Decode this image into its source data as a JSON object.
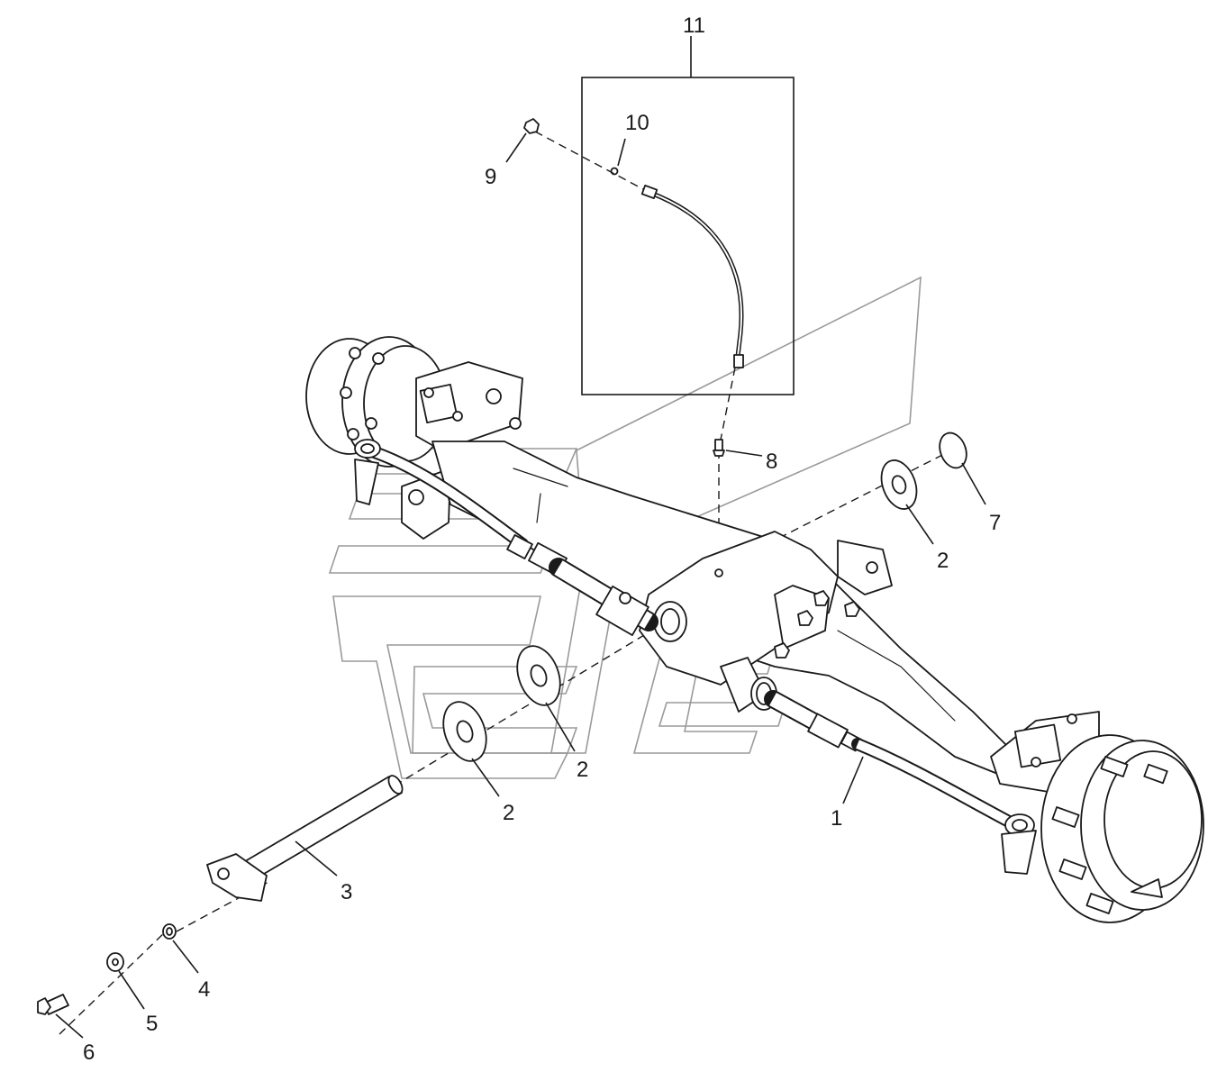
{
  "diagram": {
    "callouts": [
      {
        "id": "c1",
        "label": "1"
      },
      {
        "id": "c2a",
        "label": "2"
      },
      {
        "id": "c2b",
        "label": "2"
      },
      {
        "id": "c2c",
        "label": "2"
      },
      {
        "id": "c3",
        "label": "3"
      },
      {
        "id": "c4",
        "label": "4"
      },
      {
        "id": "c5",
        "label": "5"
      },
      {
        "id": "c6",
        "label": "6"
      },
      {
        "id": "c7",
        "label": "7"
      },
      {
        "id": "c8",
        "label": "8"
      },
      {
        "id": "c9",
        "label": "9"
      },
      {
        "id": "c10",
        "label": "10"
      },
      {
        "id": "c11",
        "label": "11"
      }
    ]
  },
  "colors": {
    "line": "#1a1a1a",
    "watermark": "#9a9a9a",
    "background": "#ffffff"
  }
}
